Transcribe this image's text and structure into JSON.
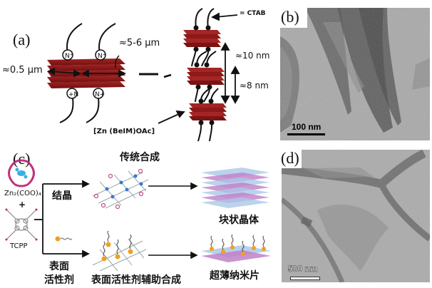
{
  "panels": {
    "a": {
      "label": "(a)",
      "thickness": "≈0.5 µm",
      "lateral": "≈5-6 µm",
      "ctab_legend": "= CTAB",
      "spacing_outer": "≈10 nm",
      "spacing_inner": "≈8 nm",
      "compound": "[Zn (BeIM)OAc]",
      "head_group": "N⁺",
      "colors": {
        "sheet": "#8b1a1a",
        "sheet_dark": "#5e0d0d",
        "tail": "#111111"
      }
    },
    "b": {
      "label": "(b)",
      "scale_bar": "100 nm",
      "colors": {
        "background": "#a3a3a3",
        "dark": "#4a4a4a"
      }
    },
    "c": {
      "label": "(c)",
      "reactant_1": "Zn₂(COO)₄",
      "plus": "+",
      "reactant_2": "TCPP",
      "route_top_title": "传统合成",
      "route_top_label": "结晶",
      "route_top_product": "块状晶体",
      "route_bottom_label_line1": "表面",
      "route_bottom_label_line2": "活性剂",
      "route_bottom_title": "表面活性剂辅助合成",
      "route_bottom_product": "超薄纳米片",
      "colors": {
        "node": "#3a78c8",
        "linker": "#c04a8a",
        "surfactant_head": "#f0a020",
        "layer": "#b070c0"
      }
    },
    "d": {
      "label": "(d)",
      "scale_bar": "500 nm",
      "colors": {
        "background": "#a8a8a8",
        "strand": "#707070"
      }
    }
  }
}
